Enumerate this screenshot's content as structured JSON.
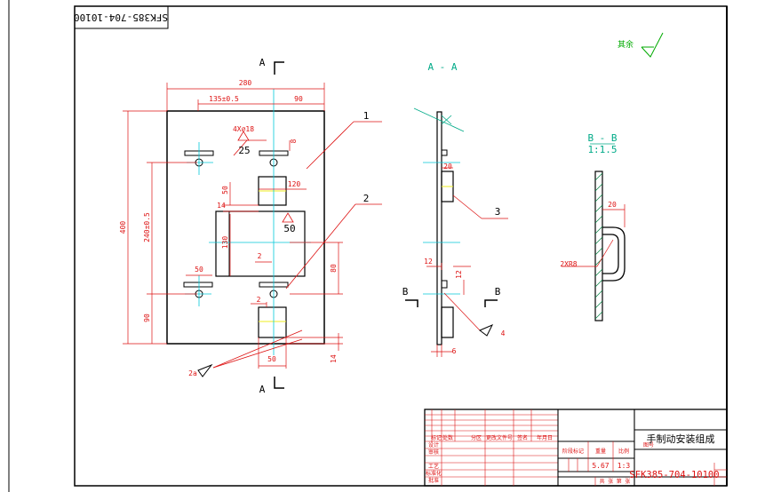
{
  "colors": {
    "outline": "#000000",
    "dimension": "#d11111",
    "centerline": "#00c8d8",
    "section_label": "#00a080",
    "hatch": "#008040"
  },
  "drawing_number": "SFK385-704-10100",
  "drawing_number_stamp": "SFK385-704-10100",
  "roughness_note": "其余",
  "roughness_symbol": "check-icon",
  "view_markers": {
    "a_top": "A",
    "a_bottom": "A",
    "b_left": "B",
    "b_right": "B"
  },
  "section_titles": {
    "aa": "A - A",
    "bb": "B - B",
    "bb_scale": "1:1.5"
  },
  "part_balloons": [
    "1",
    "2",
    "3"
  ],
  "front_view_dims": {
    "overall_width": "280",
    "offset": "135±0.5",
    "right_width": "90",
    "overall_height": "400",
    "pitch": "240±0.5",
    "lower_height": "90",
    "slot_width": "50",
    "slot_depth": "8",
    "hole_note": "4X∅18",
    "roughness_25": "25",
    "roughness_50": "50",
    "dim_50_upper": "50",
    "dim_120": "120",
    "dim_14_left": "14",
    "dim_130": "130",
    "dim_2_mid": "2",
    "dim_80": "80",
    "dim_2_low": "2",
    "dim_50_bottom": "50",
    "dim_14_bottom": "14",
    "weld_2a": "2a"
  },
  "section_aa_dims": {
    "dim_20": "20",
    "dim_12a": "12",
    "dim_12b": "12",
    "dim_6": "6",
    "weld_4": "4"
  },
  "section_bb_dims": {
    "dim_20": "20",
    "radius": "2XR8"
  },
  "title_block": {
    "title": "手制动安装组成",
    "scale": "1:3",
    "weight": "5.67",
    "code_label": "图号",
    "small_cells": [
      "标记",
      "处数",
      "分区",
      "更改文件号",
      "签名",
      "年月日"
    ],
    "left_cells": [
      "设计",
      "审核",
      "工艺",
      "标准化",
      "批准"
    ],
    "mid_cells": [
      "阶段标记",
      "重量",
      "比例"
    ],
    "sheet": "共 张 第 张"
  }
}
